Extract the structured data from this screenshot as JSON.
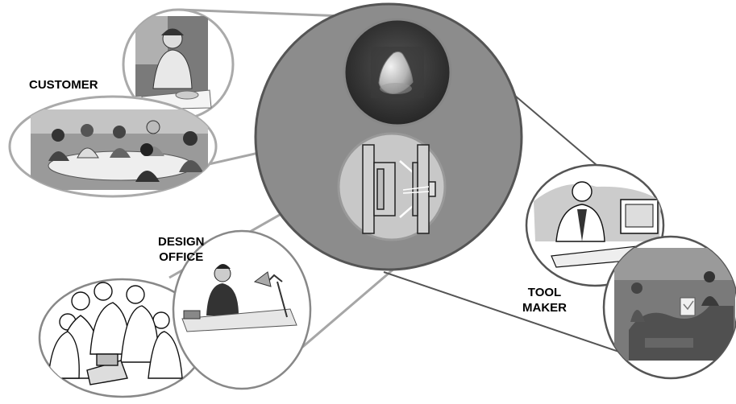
{
  "labels": {
    "customer": "CUSTOMER",
    "design_office": [
      "DESIGN",
      "OFFICE"
    ],
    "tool_maker": [
      "TOOL",
      "MAKER"
    ]
  },
  "colors": {
    "main_circle": "#8c8c8c",
    "dark_circle": "#2e2e2e",
    "light_circle": "#c8c8c8",
    "connector": "#a0a0a0",
    "outline": "#555555"
  },
  "icons": {
    "part": "cone-part-icon",
    "mould": "injection-mould-icon",
    "customer_person": "customer-person-clipart",
    "customer_meeting": "customer-meeting-clipart",
    "designers": "design-team-clipart",
    "draftsman": "draftsman-clipart",
    "toolmaker": "toolmaker-at-computer-clipart",
    "workshop": "toolmaker-workshop-clipart"
  }
}
